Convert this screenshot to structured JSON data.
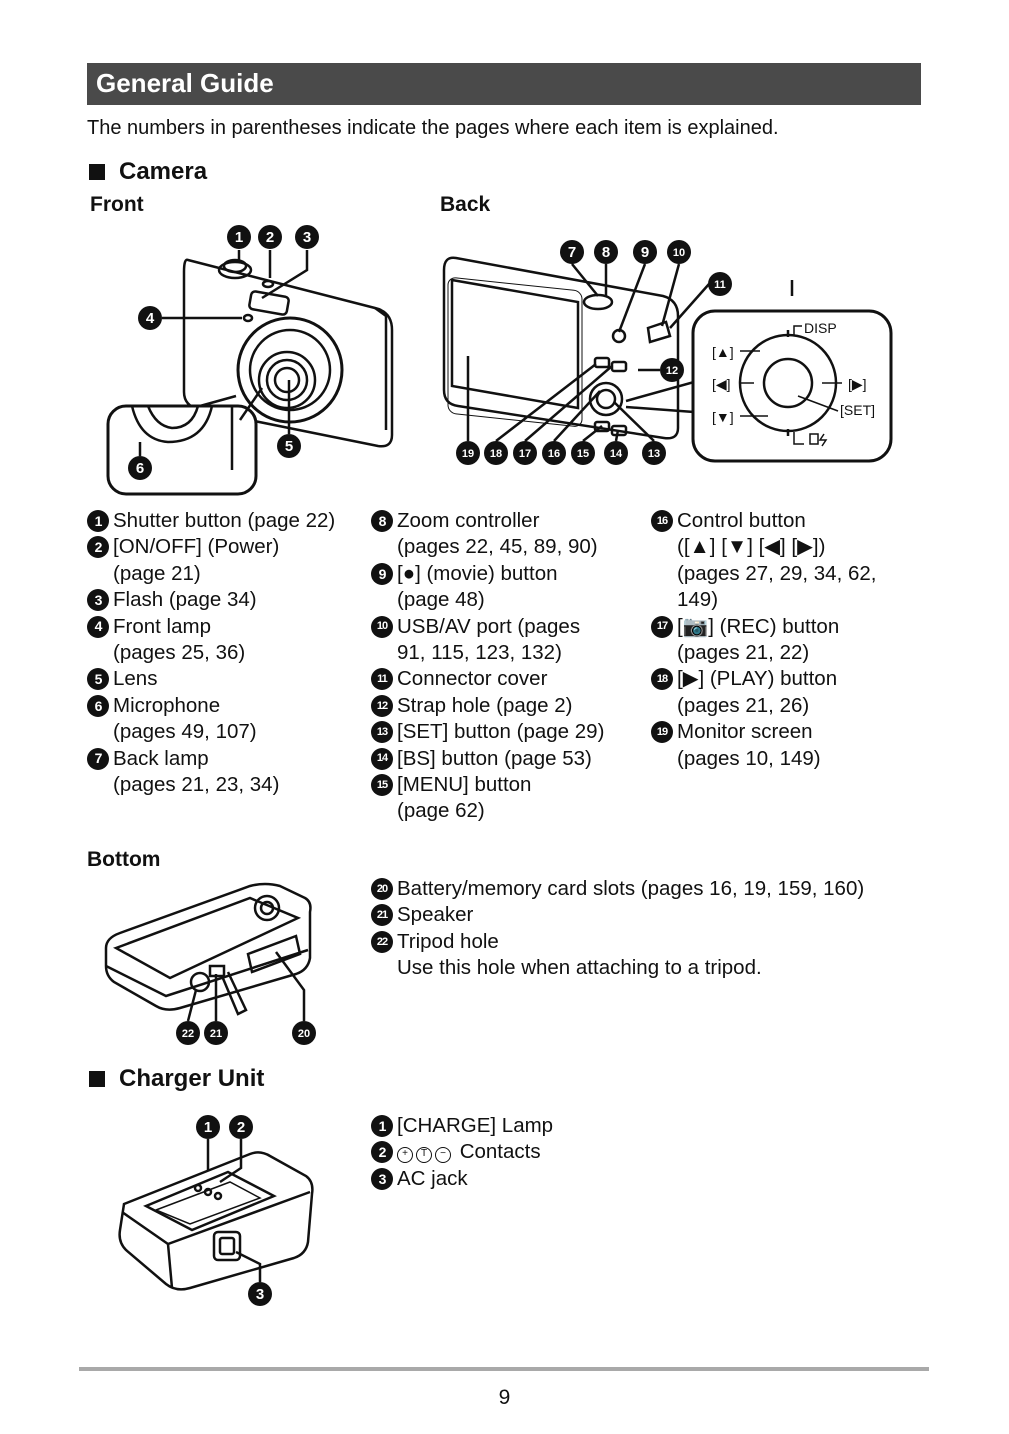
{
  "header": {
    "title": "General Guide"
  },
  "intro": "The numbers in parentheses indicate the pages where each item is explained.",
  "camera": {
    "heading": "Camera",
    "front_label": "Front",
    "back_label": "Back",
    "bottom_label": "Bottom",
    "dpad": {
      "disp": "DISP",
      "up": "[▲]",
      "left": "[◀]",
      "right": "[▶]",
      "down": "[▼]",
      "set": "[SET]"
    },
    "col1": [
      {
        "n": "1",
        "text": "Shutter button (page 22)"
      },
      {
        "n": "2",
        "text": "[ON/OFF] (Power)"
      },
      {
        "n": "",
        "text": "(page 21)"
      },
      {
        "n": "3",
        "text": "Flash (page 34)"
      },
      {
        "n": "4",
        "text": "Front lamp"
      },
      {
        "n": "",
        "text": "(pages 25, 36)"
      },
      {
        "n": "5",
        "text": "Lens"
      },
      {
        "n": "6",
        "text": "Microphone"
      },
      {
        "n": "",
        "text": "(pages 49, 107)"
      },
      {
        "n": "7",
        "text": "Back lamp"
      },
      {
        "n": "",
        "text": "(pages 21, 23, 34)"
      }
    ],
    "col2": [
      {
        "n": "8",
        "text": "Zoom controller"
      },
      {
        "n": "",
        "text": "(pages 22, 45, 89, 90)"
      },
      {
        "n": "9",
        "text": "[●] (movie) button"
      },
      {
        "n": "",
        "text": "(page 48)"
      },
      {
        "n": "10",
        "text": "USB/AV port (pages"
      },
      {
        "n": "",
        "text": "91, 115, 123, 132)"
      },
      {
        "n": "11",
        "text": "Connector cover"
      },
      {
        "n": "12",
        "text": "Strap hole (page 2)"
      },
      {
        "n": "13",
        "text": "[SET] button (page 29)"
      },
      {
        "n": "14",
        "text": "[BS] button (page 53)"
      },
      {
        "n": "15",
        "text": "[MENU] button"
      },
      {
        "n": "",
        "text": "(page 62)"
      }
    ],
    "col3": [
      {
        "n": "16",
        "text": "Control button"
      },
      {
        "n": "",
        "text": "([▲] [▼] [◀] [▶])"
      },
      {
        "n": "",
        "text": "(pages 27, 29, 34, 62,"
      },
      {
        "n": "",
        "text": "149)"
      },
      {
        "n": "17",
        "text": "[📷] (REC) button"
      },
      {
        "n": "",
        "text": "(pages 21, 22)"
      },
      {
        "n": "18",
        "text": "[▶] (PLAY) button"
      },
      {
        "n": "",
        "text": "(pages 21, 26)"
      },
      {
        "n": "19",
        "text": "Monitor screen"
      },
      {
        "n": "",
        "text": "(pages 10, 149)"
      }
    ],
    "bottom_items": [
      {
        "n": "20",
        "text": "Battery/memory card slots (pages 16, 19, 159, 160)"
      },
      {
        "n": "21",
        "text": "Speaker"
      },
      {
        "n": "22",
        "text": "Tripod hole"
      },
      {
        "n": "",
        "text": "Use this hole when attaching to a tripod."
      }
    ]
  },
  "charger": {
    "heading": "Charger Unit",
    "items": [
      {
        "n": "1",
        "text": "[CHARGE] Lamp"
      },
      {
        "n": "2",
        "text": "Contacts",
        "symbols": [
          "+",
          "T",
          "−"
        ]
      },
      {
        "n": "3",
        "text": "AC jack"
      }
    ]
  },
  "footer": {
    "page_number": "9"
  }
}
